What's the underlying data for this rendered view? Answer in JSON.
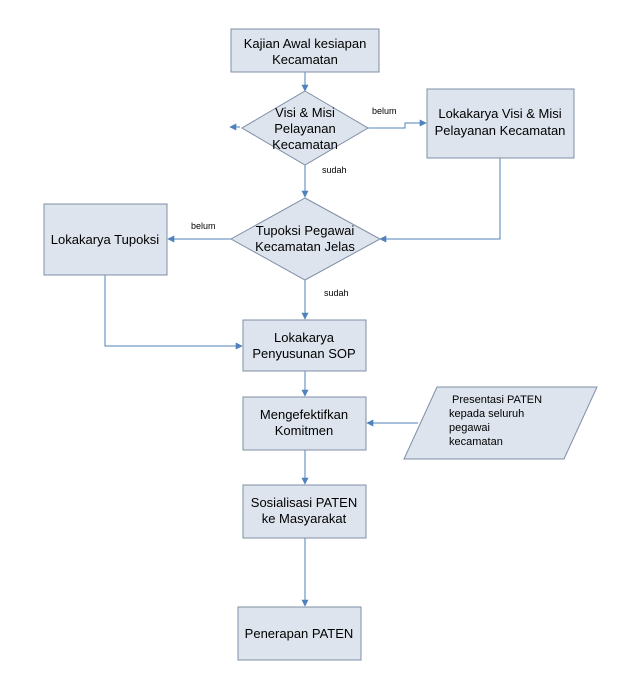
{
  "nodes": {
    "kajian": [
      "Kajian Awal kesiapan",
      "Kecamatan"
    ],
    "visi_misi_decision": [
      "Visi & Misi",
      "Pelayanan",
      "Kecamatan"
    ],
    "lokakarya_visi": [
      "Lokakarya Visi & Misi",
      "Pelayanan Kecamatan"
    ],
    "tupoksi_decision": [
      "Tupoksi Pegawai",
      "Kecamatan Jelas"
    ],
    "lokakarya_tupoksi": [
      "Lokakarya Tupoksi"
    ],
    "lokakarya_sop": [
      "Lokakarya",
      "Penyusunan SOP"
    ],
    "mengefektifkan": [
      "Mengefektifkan",
      "Komitmen"
    ],
    "presentasi": [
      "Presentasi  PATEN",
      "kepada seluruh",
      "pegawai",
      "kecamatan"
    ],
    "sosialisasi": [
      "Sosialisasi PATEN",
      "ke Masyarakat"
    ],
    "penerapan": [
      "Penerapan PATEN"
    ]
  },
  "edge_labels": {
    "visi_belum": "belum",
    "visi_sudah": "sudah",
    "tupoksi_belum": "belum",
    "tupoksi_sudah": "sudah"
  },
  "colors": {
    "box_fill": "#dde4ee",
    "box_stroke": "#7f8fa6",
    "arrow": "#4f81bd"
  }
}
